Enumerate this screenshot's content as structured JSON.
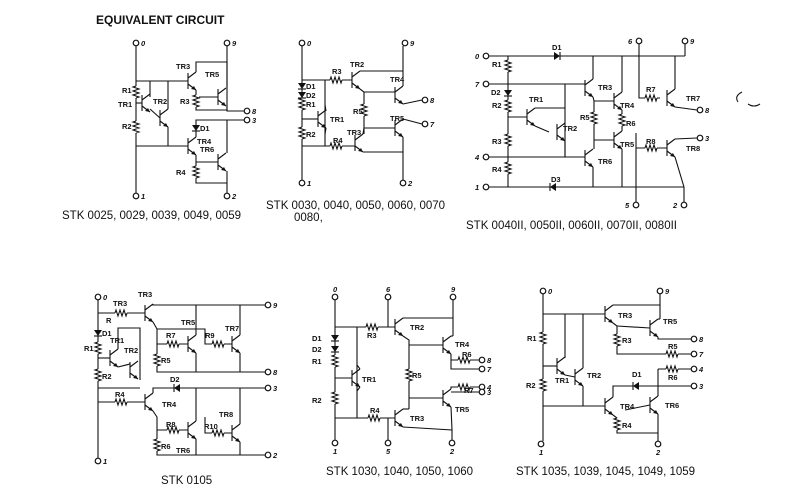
{
  "title": "EQUIVALENT CIRCUIT",
  "circuits": [
    {
      "caption": "STK 0025, 0029, 0039, 0049, 0059",
      "pins": [
        "0",
        "9",
        "8",
        "3",
        "1",
        "2"
      ],
      "parts": [
        "TR3",
        "TR5",
        "R1",
        "TR1",
        "TR2",
        "R3",
        "R2",
        "D1",
        "TR4",
        "TR6",
        "R4"
      ]
    },
    {
      "caption": "STK 0030, 0040, 0050, 0060, 0070",
      "caption2": "0080,",
      "pins": [
        "0",
        "9",
        "8",
        "7",
        "1",
        "2"
      ],
      "parts": [
        "R3",
        "TR2",
        "TR4",
        "D1",
        "D2",
        "R1",
        "TR1",
        "R5",
        "TR3",
        "TR5",
        "R2",
        "R4"
      ]
    },
    {
      "caption": "STK  0040II, 0050II, 0060II, 0070II, 0080II",
      "pins": [
        "0",
        "7",
        "4",
        "1",
        "6",
        "9",
        "8",
        "3",
        "5",
        "2"
      ],
      "parts": [
        "D1",
        "R1",
        "D2",
        "R2",
        "TR1",
        "TR2",
        "R3",
        "R4",
        "D3",
        "TR3",
        "R5",
        "TR4",
        "R6",
        "TR5",
        "TR6",
        "R7",
        "TR7",
        "R8",
        "TR8"
      ]
    },
    {
      "caption": "STK 0105",
      "pins": [
        "0",
        "9",
        "8",
        "3",
        "2",
        "1"
      ],
      "parts": [
        "TR3",
        "TR3",
        "R",
        "D1",
        "R1",
        "TR1",
        "TR2",
        "R2",
        "R4",
        "TR4",
        "D2",
        "TR5",
        "R7",
        "R5",
        "R9",
        "TR7",
        "TR8",
        "R8",
        "R6",
        "TR6",
        "R10"
      ]
    },
    {
      "caption": "STK 1030, 1040, 1050, 1060",
      "pins": [
        "0",
        "6",
        "9",
        "8",
        "7",
        "4",
        "3",
        "1",
        "5",
        "2"
      ],
      "parts": [
        "D1",
        "D2",
        "R1",
        "R2",
        "TR1",
        "R3",
        "TR2",
        "TR4",
        "R6",
        "R5",
        "R7",
        "TR5",
        "R4",
        "TR3"
      ]
    },
    {
      "caption": "STK 1035, 1039, 1045, 1049, 1059",
      "pins": [
        "0",
        "9",
        "8",
        "7",
        "4",
        "3",
        "1",
        "2"
      ],
      "parts": [
        "TR3",
        "TR5",
        "R1",
        "R3",
        "R5",
        "R2",
        "TR1",
        "TR2",
        "D1",
        "R6",
        "TR4",
        "TR6",
        "R4"
      ]
    }
  ]
}
